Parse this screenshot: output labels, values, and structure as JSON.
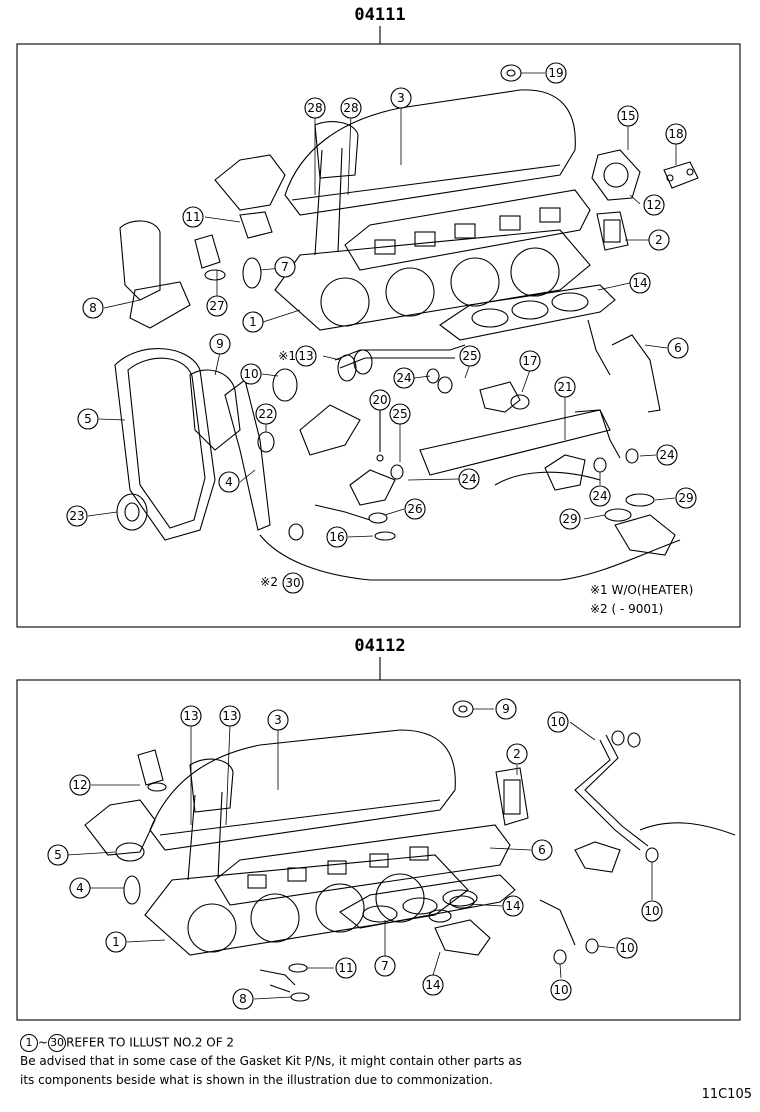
{
  "kit1": {
    "title": "04111",
    "notes": [
      "※1 W/O(HEATER)",
      "※2 (      - 9001)"
    ],
    "callouts": [
      {
        "id": "k1-19",
        "label": "19"
      },
      {
        "id": "k1-3",
        "label": "3"
      },
      {
        "id": "k1-28a",
        "label": "28"
      },
      {
        "id": "k1-28b",
        "label": "28"
      },
      {
        "id": "k1-15",
        "label": "15"
      },
      {
        "id": "k1-18",
        "label": "18"
      },
      {
        "id": "k1-12",
        "label": "12"
      },
      {
        "id": "k1-11",
        "label": "11"
      },
      {
        "id": "k1-2",
        "label": "2"
      },
      {
        "id": "k1-7",
        "label": "7"
      },
      {
        "id": "k1-27",
        "label": "27"
      },
      {
        "id": "k1-14",
        "label": "14"
      },
      {
        "id": "k1-8",
        "label": "8"
      },
      {
        "id": "k1-1",
        "label": "1"
      },
      {
        "id": "k1-9",
        "label": "9"
      },
      {
        "id": "k1-6",
        "label": "6"
      },
      {
        "id": "k1-13",
        "label": "13"
      },
      {
        "id": "k1-25a",
        "label": "25"
      },
      {
        "id": "k1-10",
        "label": "10"
      },
      {
        "id": "k1-17",
        "label": "17"
      },
      {
        "id": "k1-24a",
        "label": "24"
      },
      {
        "id": "k1-21",
        "label": "21"
      },
      {
        "id": "k1-5",
        "label": "5"
      },
      {
        "id": "k1-22",
        "label": "22"
      },
      {
        "id": "k1-20",
        "label": "20"
      },
      {
        "id": "k1-25b",
        "label": "25"
      },
      {
        "id": "k1-24b",
        "label": "24"
      },
      {
        "id": "k1-4",
        "label": "4"
      },
      {
        "id": "k1-24c",
        "label": "24"
      },
      {
        "id": "k1-24d",
        "label": "24"
      },
      {
        "id": "k1-29a",
        "label": "29"
      },
      {
        "id": "k1-23",
        "label": "23"
      },
      {
        "id": "k1-26",
        "label": "26"
      },
      {
        "id": "k1-29b",
        "label": "29"
      },
      {
        "id": "k1-16",
        "label": "16"
      },
      {
        "id": "k1-30",
        "label": "30"
      }
    ],
    "mark13": "※1",
    "mark30": "※2"
  },
  "kit2": {
    "title": "04112",
    "callouts": [
      {
        "id": "k2-9",
        "label": "9"
      },
      {
        "id": "k2-13a",
        "label": "13"
      },
      {
        "id": "k2-13b",
        "label": "13"
      },
      {
        "id": "k2-3",
        "label": "3"
      },
      {
        "id": "k2-10a",
        "label": "10"
      },
      {
        "id": "k2-2",
        "label": "2"
      },
      {
        "id": "k2-12",
        "label": "12"
      },
      {
        "id": "k2-5",
        "label": "5"
      },
      {
        "id": "k2-6",
        "label": "6"
      },
      {
        "id": "k2-4",
        "label": "4"
      },
      {
        "id": "k2-14a",
        "label": "14"
      },
      {
        "id": "k2-10b",
        "label": "10"
      },
      {
        "id": "k2-1",
        "label": "1"
      },
      {
        "id": "k2-7",
        "label": "7"
      },
      {
        "id": "k2-10c",
        "label": "10"
      },
      {
        "id": "k2-11",
        "label": "11"
      },
      {
        "id": "k2-14b",
        "label": "14"
      },
      {
        "id": "k2-8",
        "label": "8"
      },
      {
        "id": "k2-10d",
        "label": "10"
      }
    ]
  },
  "footer": {
    "range_start": "1",
    "range_end": "30",
    "range_sep": "~",
    "refer": "REFER TO ILLUST NO.2 OF 2",
    "line2": "Be advised that in some case of the Gasket Kit P/Ns,  it might contain other parts as",
    "line3": "its components beside what is shown in the illustration due to commonization.",
    "code": "11C105"
  }
}
